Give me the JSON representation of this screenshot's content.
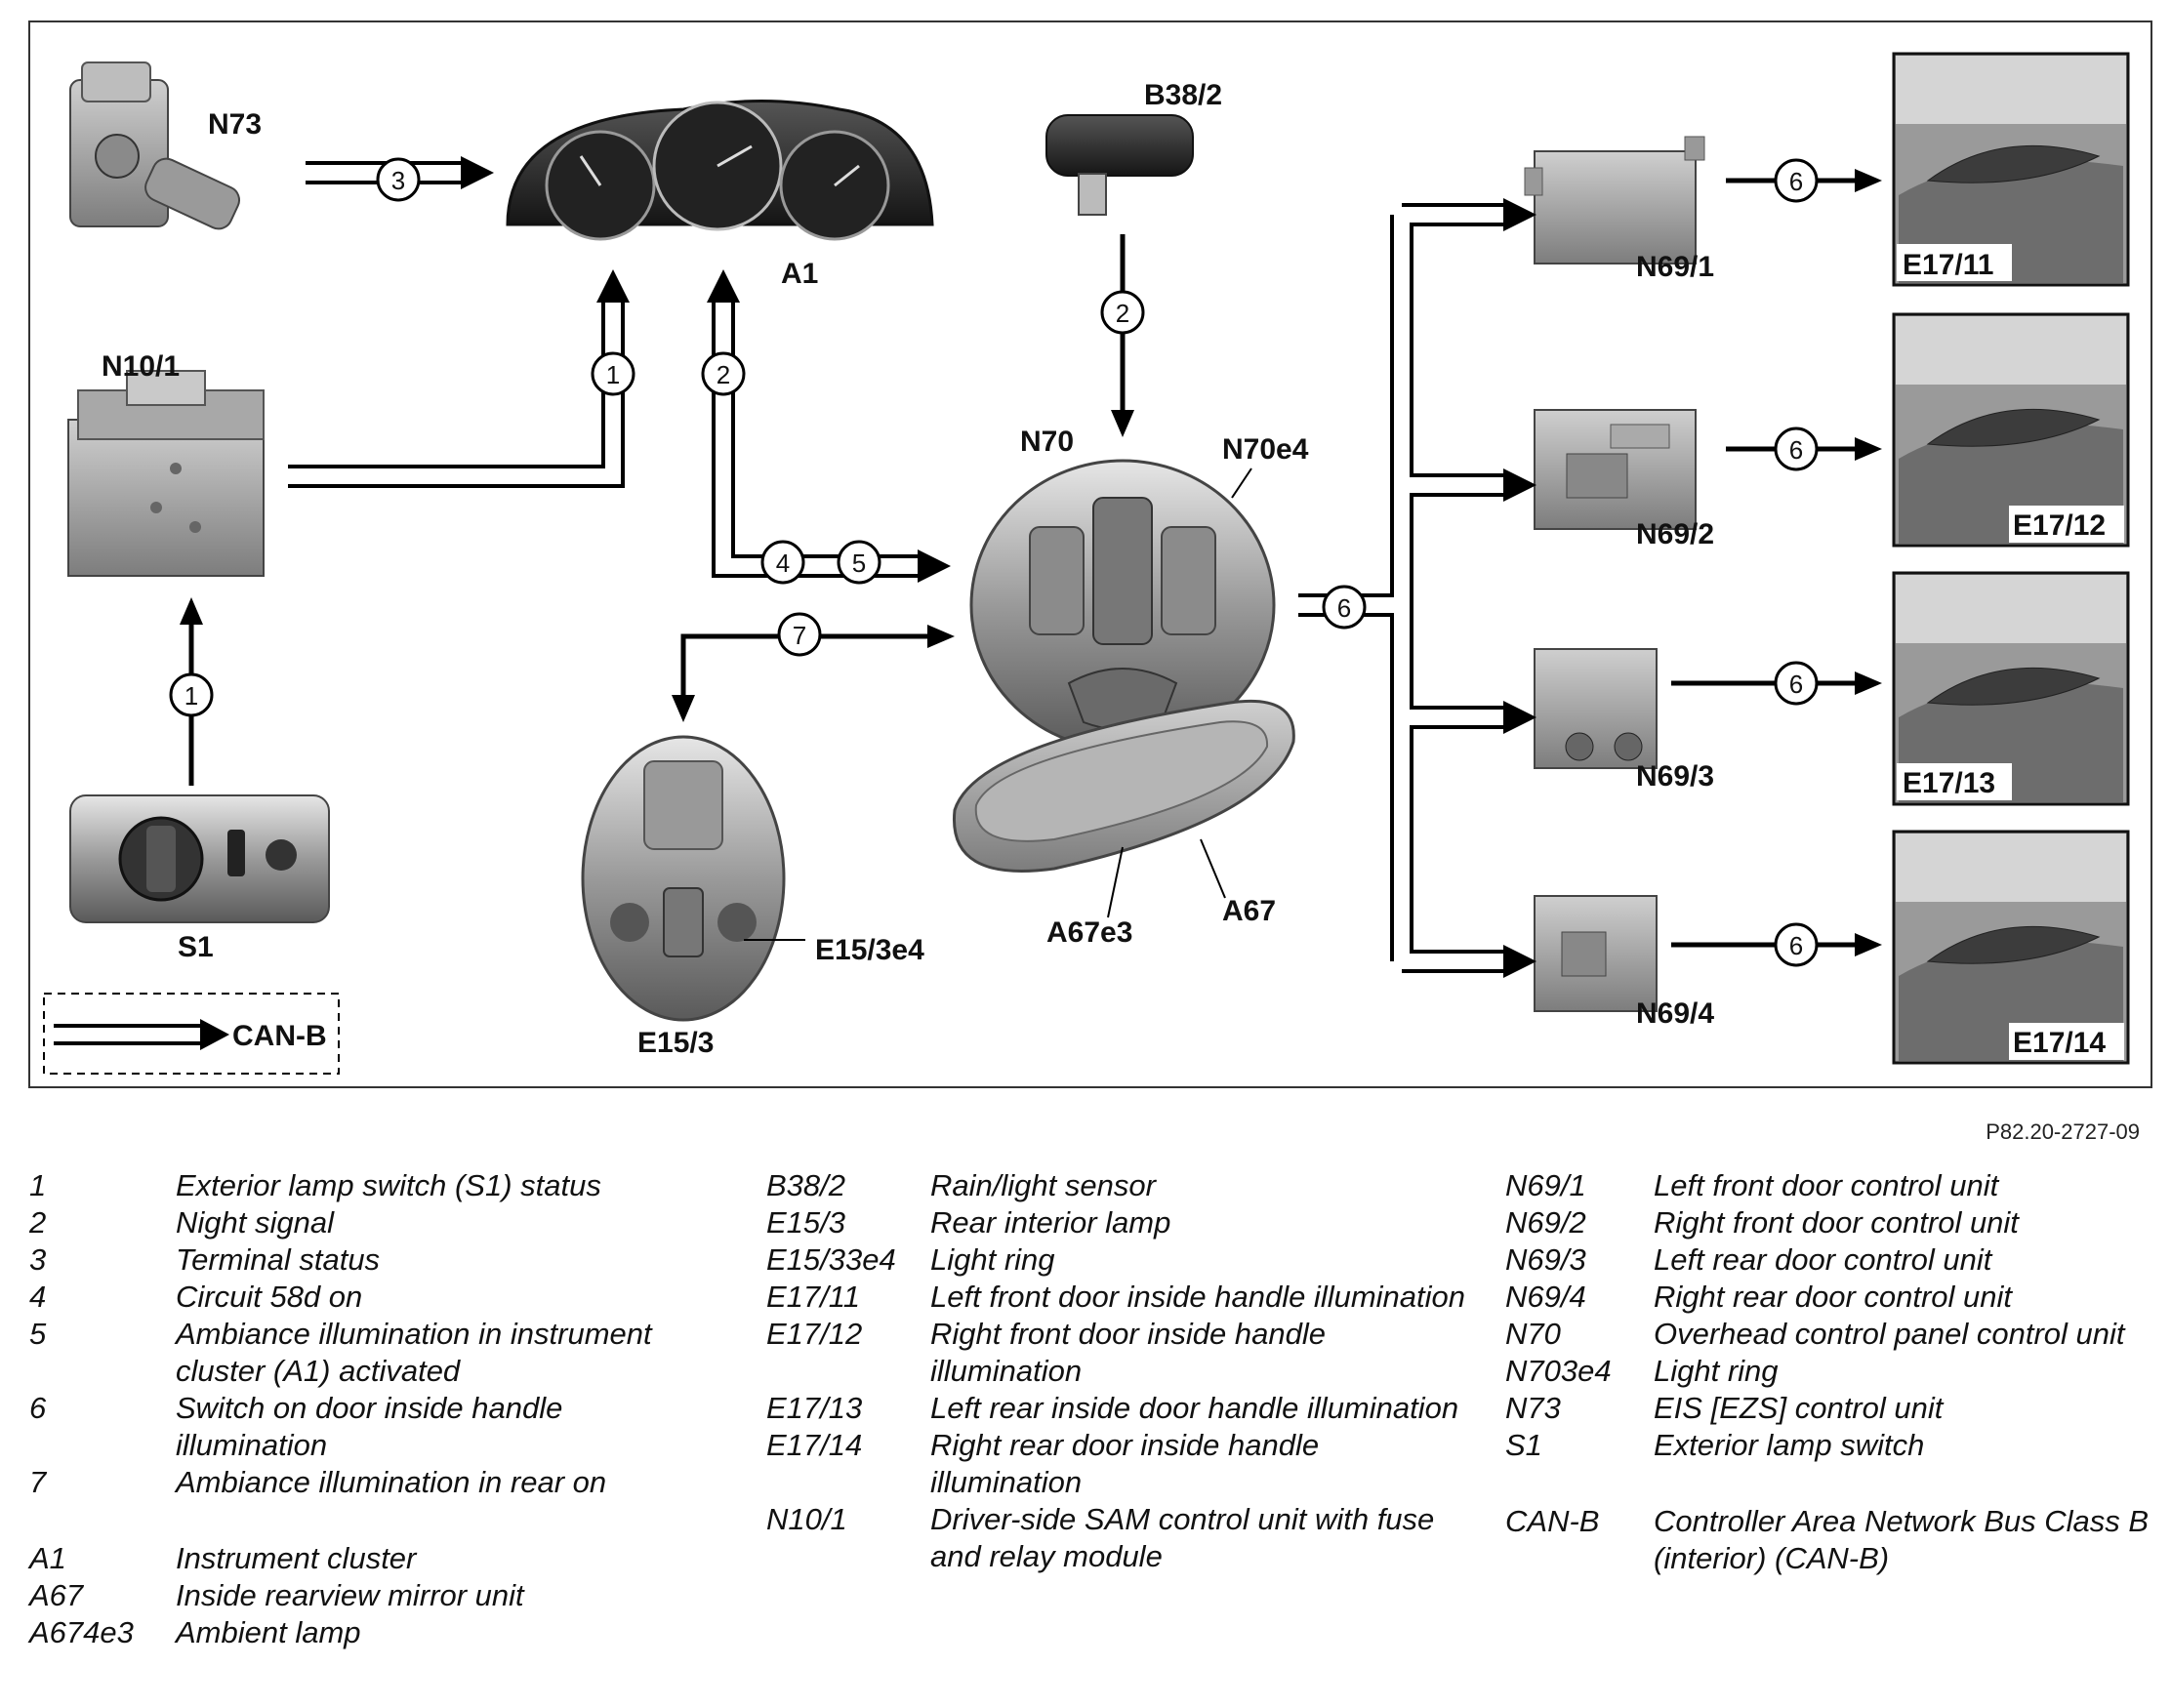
{
  "diagram": {
    "components": {
      "n73": "N73",
      "a1": "A1",
      "b38_2": "B38/2",
      "n10_1": "N10/1",
      "n70": "N70",
      "n70e4": "N70e4",
      "s1": "S1",
      "e15_3": "E15/3",
      "e15_3e4": "E15/3e4",
      "a67e3": "A67e3",
      "a67": "A67",
      "n69_1": "N69/1",
      "n69_2": "N69/2",
      "n69_3": "N69/3",
      "n69_4": "N69/4",
      "e17_11": "E17/11",
      "e17_12": "E17/12",
      "e17_13": "E17/13",
      "e17_14": "E17/14"
    },
    "signal_numbers": [
      "1",
      "2",
      "3",
      "4",
      "5",
      "6",
      "7"
    ],
    "can_b_key": "CAN-B"
  },
  "figure_code": "P82.20-2727-09",
  "legend": {
    "col1_top": [
      {
        "key": "1",
        "text": "Exterior lamp switch (S1) status"
      },
      {
        "key": "2",
        "text": "Night signal"
      },
      {
        "key": "3",
        "text": "Terminal status"
      },
      {
        "key": "4",
        "text": "Circuit 58d on"
      },
      {
        "key": "5",
        "text": "Ambiance illumination in instrument cluster (A1) activated"
      },
      {
        "key": "6",
        "text": "Switch on door inside handle illumination"
      },
      {
        "key": "7",
        "text": "Ambiance illumination in rear on"
      }
    ],
    "col1_bottom": [
      {
        "key": "A1",
        "text": "Instrument cluster"
      },
      {
        "key": "A67",
        "text": "Inside rearview mirror unit"
      },
      {
        "key": "A674e3",
        "text": "Ambient lamp"
      }
    ],
    "col2": [
      {
        "key": "B38/2",
        "text": "Rain/light sensor"
      },
      {
        "key": "E15/3",
        "text": "Rear interior lamp"
      },
      {
        "key": "E15/33e4",
        "text": "Light ring"
      },
      {
        "key": "E17/11",
        "text": "Left front door inside handle illumination"
      },
      {
        "key": "E17/12",
        "text": "Right front door inside handle illumination"
      },
      {
        "key": "E17/13",
        "text": "Left rear inside door handle illumination"
      },
      {
        "key": "E17/14",
        "text": "Right rear door inside handle illumination"
      },
      {
        "key": "N10/1",
        "text": "Driver-side SAM control unit with fuse and relay module"
      }
    ],
    "col3_top": [
      {
        "key": "N69/1",
        "text": "Left front door control unit"
      },
      {
        "key": "N69/2",
        "text": "Right front door control unit"
      },
      {
        "key": "N69/3",
        "text": "Left rear door control unit"
      },
      {
        "key": "N69/4",
        "text": "Right rear door control unit"
      },
      {
        "key": "N70",
        "text": "Overhead control panel control unit"
      },
      {
        "key": "N703e4",
        "text": "Light ring"
      },
      {
        "key": "N73",
        "text": "EIS [EZS] control unit"
      },
      {
        "key": "S1",
        "text": "Exterior lamp switch"
      }
    ],
    "col3_bottom": [
      {
        "key": "CAN-B",
        "text": "Controller Area Network Bus Class B (interior) (CAN-B)"
      }
    ]
  }
}
